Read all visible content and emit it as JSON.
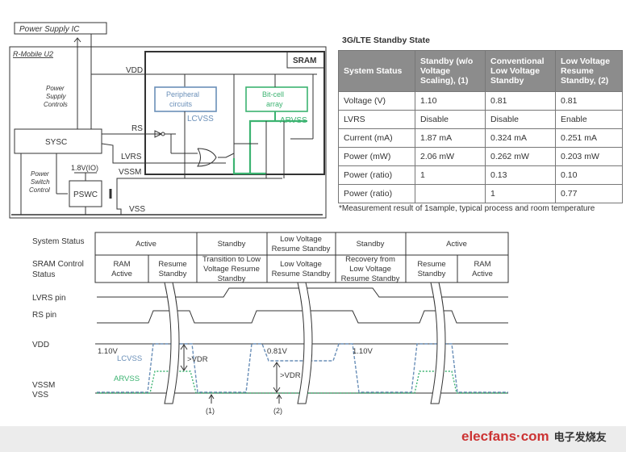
{
  "circuit": {
    "power_supply_ic": "Power Supply IC",
    "chip": "R-Mobile U2",
    "sram": "SRAM",
    "vdd": "VDD",
    "power_supply_controls": [
      "Power",
      "Supply",
      "Controls"
    ],
    "sysc": "SYSC",
    "rs": "RS",
    "lvrs": "LVRS",
    "vssm": "VSSM",
    "vss": "VSS",
    "io": "1.8V(IO)",
    "pswc": "PSWC",
    "power_switch_control": [
      "Power",
      "Switch",
      "Control"
    ],
    "peripheral": [
      "Peripheral",
      "circuits"
    ],
    "lcvss": "LCVSS",
    "bitcell": [
      "Bit-cell",
      "array"
    ],
    "arvss": "ARVSS",
    "colors": {
      "peripheral": "#6a8fb8",
      "bitcell": "#3cb371"
    }
  },
  "table": {
    "title": "3G/LTE Standby State",
    "headers": [
      "System Status",
      "Standby (w/o Voltage Scaling), (1)",
      "Conventional Low Voltage Standby",
      "Low Voltage Resume Standby, (2)"
    ],
    "rows": [
      [
        "Voltage (V)",
        "1.10",
        "0.81",
        "0.81"
      ],
      [
        "LVRS",
        "Disable",
        "Disable",
        "Enable"
      ],
      [
        "Current (mA)",
        "1.87 mA",
        "0.324 mA",
        "0.251 mA"
      ],
      [
        "Power (mW)",
        "2.06 mW",
        "0.262 mW",
        "0.203 mW"
      ],
      [
        "Power (ratio)",
        "1",
        "0.13",
        "0.10"
      ],
      [
        "Power (ratio)",
        "",
        "1",
        "0.77"
      ]
    ],
    "note": "*Measurement result of 1sample, typical process and room temperature"
  },
  "timing": {
    "labels": {
      "system_status": "System Status",
      "sram_control": [
        "SRAM Control",
        "Status"
      ],
      "lvrs_pin": "LVRS pin",
      "rs_pin": "RS pin",
      "vdd": "VDD",
      "vssm": "VSSM",
      "vss": "VSS"
    },
    "system_status": [
      "Active",
      "Standby",
      [
        "Low Voltage",
        "Resume Standby"
      ],
      "Standby",
      "Active"
    ],
    "sram_status": [
      [
        "RAM",
        "Active"
      ],
      [
        "Resume",
        "Standby"
      ],
      [
        "Transition to Low",
        "Voltage Resume",
        "Standby"
      ],
      [
        "Low Voltage",
        "Resume Standby"
      ],
      [
        "Recovery from",
        "Low Voltage",
        "Resume Standby"
      ],
      [
        "Resume",
        "Standby"
      ],
      [
        "RAM",
        "Active"
      ]
    ],
    "v_high": "1.10V",
    "v_low": "0.81V",
    "v_high2": "1.10V",
    "lcvss": "LCVSS",
    "arvss": "ARVSS",
    "vdr": ">VDR",
    "vdr2": ">VDR",
    "marker1": "(1)",
    "marker2": "(2)"
  },
  "watermark": {
    "site": "elecfans·com",
    "cn": "电子发烧友"
  }
}
